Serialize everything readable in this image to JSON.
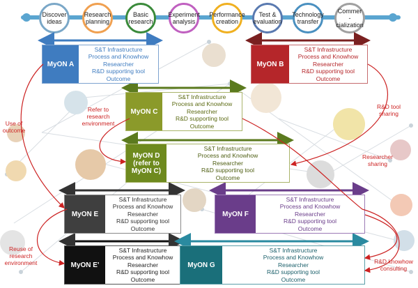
{
  "stages": [
    {
      "label": "Discover ideas",
      "color": "#7aa7c7"
    },
    {
      "label": "Research planning",
      "color": "#f0a050"
    },
    {
      "label": "Basic research",
      "color": "#3a8a3a"
    },
    {
      "label": "Experiment analysis",
      "color": "#c060c0"
    },
    {
      "label": "Performance creation",
      "color": "#f0b020"
    },
    {
      "label": "Test & evaluation",
      "color": "#5a7ab0"
    },
    {
      "label": "Technology transfer",
      "color": "#4a90c0"
    },
    {
      "label": "Commer -cialization",
      "color": "#a0a0a0"
    }
  ],
  "timeline_color": "#5aa5d0",
  "resources": [
    "S&T Infrastructure",
    "Process and Knowhow",
    "Researcher",
    "R&D supporting tool",
    "Outcome"
  ],
  "cards": {
    "a": {
      "label": "MyON A",
      "color": "#3f7cc0"
    },
    "b": {
      "label": "MyON B",
      "color": "#b5262a"
    },
    "c": {
      "label": "MyON C",
      "color": "#8b9a2a"
    },
    "d": {
      "label": "MyON D (refer to MyON C)",
      "color": "#6e8a1e"
    },
    "e": {
      "label": "MyON E",
      "color": "#3f3f3f"
    },
    "f": {
      "label": "MyON F",
      "color": "#6a3d8a"
    },
    "e2": {
      "label": "MyON E'",
      "color": "#111111"
    },
    "g": {
      "label": "MyON G",
      "color": "#1a6f7a"
    }
  },
  "annotations": {
    "use_of_outcome": "Use of outcome",
    "refer_env": "Refer to research environment",
    "rd_tool_sharing": "R&D tool sharing",
    "researcher_sharing": "Researcher sharing",
    "reuse_env": "Reuse of research environment",
    "rd_knowhow": "R&D knowhow consulting"
  },
  "accent_red": "#cc2222"
}
